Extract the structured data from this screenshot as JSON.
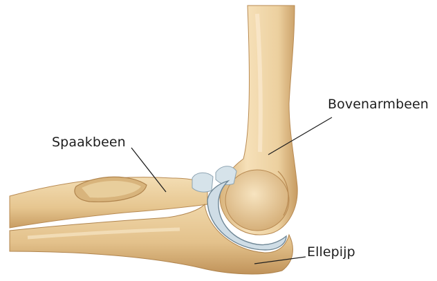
{
  "labels": {
    "humerus": "Bovenarmbeen",
    "radius": "Spaakbeen",
    "ulna": "Ellepijp"
  },
  "colors": {
    "bone_light": "#f3dcb2",
    "bone_mid": "#e2c08a",
    "bone_shadow": "#c99d63",
    "cartilage": "#cfdde6",
    "leader_line": "#1e1e1e"
  }
}
